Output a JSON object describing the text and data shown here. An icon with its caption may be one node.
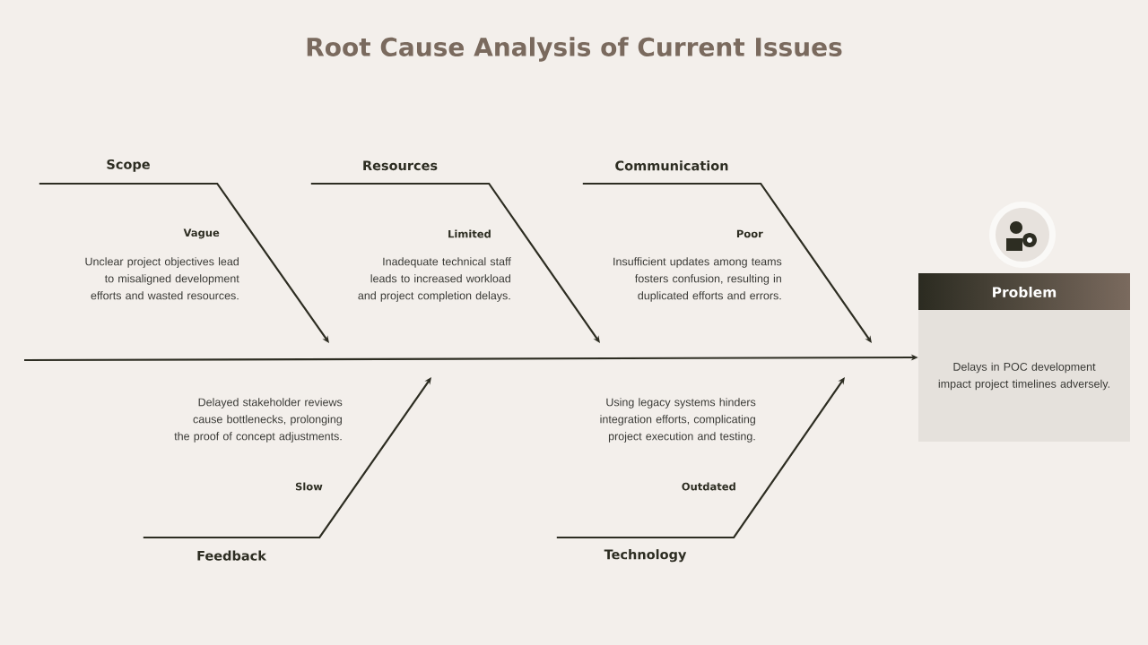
{
  "diagram": {
    "title": "Root Cause Analysis of Current Issues",
    "nodes": [
      {
        "text": [
          "Scope"
        ],
        "beside": [
          "Vague",
          "Unclear project objectives lead to misaligned development efforts and wasted resources."
        ]
      },
      {
        "text": [
          "Resources"
        ],
        "beside": [
          "Limited",
          "Inadequate technical staff leads to increased workload and project completion delays."
        ]
      },
      {
        "text": [
          "Communication"
        ],
        "beside": [
          "Poor",
          "Insufficient updates among teams fosters confusion, resulting in duplicated efforts and errors."
        ]
      },
      {
        "text": [
          "Feedback"
        ],
        "beside": [
          "Slow",
          "Delayed stakeholder reviews cause bottlenecks, prolonging the proof of concept adjustments."
        ]
      },
      {
        "text": [
          "Technology"
        ],
        "beside": [
          "Outdated",
          "Using legacy systems hinders integration efforts, complicating project execution and testing."
        ]
      },
      {
        "text": [
          "Problem",
          "Delays in POC development impact project timelines adversely."
        ]
      }
    ],
    "edges": [
      {
        "from": 0,
        "to": null,
        "arrow": "to"
      },
      {
        "from": 1,
        "to": null,
        "arrow": "to"
      },
      {
        "from": 2,
        "to": null,
        "arrow": "to"
      },
      {
        "from": 3,
        "to": null,
        "arrow": "to"
      },
      {
        "from": 4,
        "to": null,
        "arrow": "to"
      },
      {
        "from": null,
        "to": 5,
        "arrow": "to"
      }
    ]
  }
}
